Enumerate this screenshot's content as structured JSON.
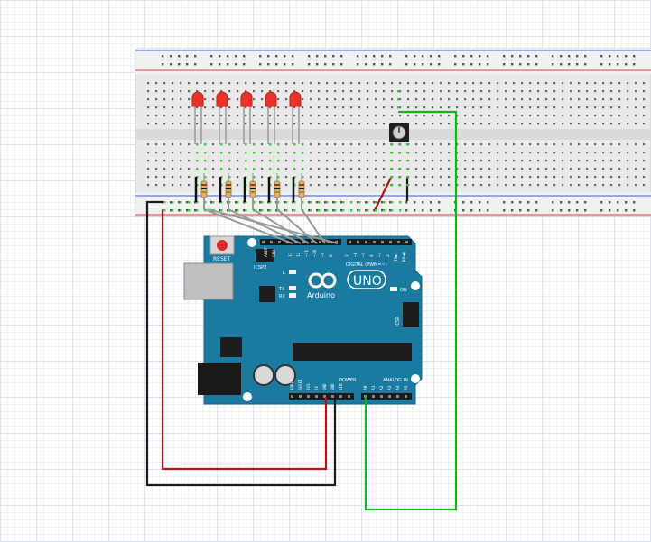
{
  "board": {
    "logo_text": "Arduino",
    "model": "UNO",
    "reset_label": "RESET",
    "icsp2_label": "ICSP2",
    "icsp_label": "ICSP",
    "digital_label": "DIGITAL (PWM=~)",
    "power_label": "POWER",
    "analog_label": "ANALOG IN",
    "on_label": "ON",
    "led_l": "L",
    "led_tx": "TX",
    "led_rx": "RX",
    "aref": "AREF",
    "gnd_top": "GND",
    "tx": "TX▶1",
    "rx": "RX◀0",
    "digital_pins": [
      "13",
      "12",
      "~11",
      "~10",
      "~9",
      "8",
      "7",
      "~6",
      "~5",
      "4",
      "~3",
      "2"
    ],
    "power_pins": [
      "IOREF",
      "RESET",
      "3V3",
      "5V",
      "GND",
      "GND",
      "VIN"
    ],
    "analog_pins": [
      "A0",
      "A1",
      "A2",
      "A3",
      "A4",
      "A5"
    ]
  },
  "colors": {
    "board": "#1a7aa0",
    "led": "#e8332a",
    "wire_5v": "#b01414",
    "wire_gnd": "#1a1a1a",
    "wire_signal": "#17b11f",
    "wire_led": "#9a9a9a",
    "rail_red": "#e03c3c",
    "rail_blue": "#3c5ad8",
    "conn_green": "#3ec43e"
  },
  "components": {
    "leds": 5,
    "resistors": 5,
    "potentiometer": "potentiometer-icon"
  }
}
